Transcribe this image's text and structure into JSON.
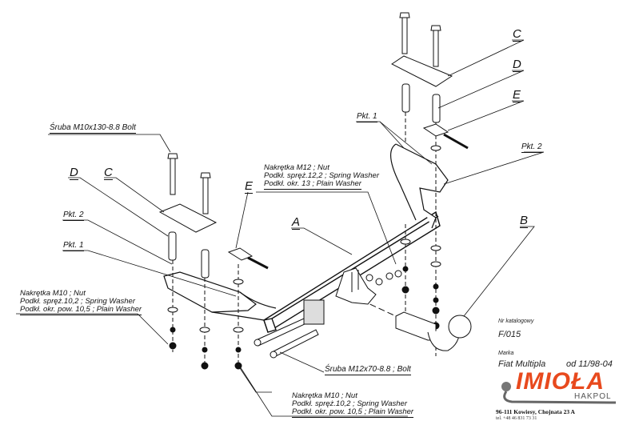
{
  "labels": {
    "bolt_m10": "Śruba M10x130-8.8   Bolt",
    "d_left": "D",
    "c_left": "C",
    "pkt2_left": "Pkt. 2",
    "pkt1_left": "Pkt. 1",
    "e_left": "E",
    "a": "A",
    "c_right": "C",
    "d_right": "D",
    "e_right": "E",
    "pkt1_right": "Pkt. 1",
    "pkt2_right": "Pkt. 2",
    "b": "B",
    "bolt_m12": "Śruba M12x70-8.8 ;  Bolt"
  },
  "hardware_m12": {
    "line1": "Nakrętka  M12 ; Nut",
    "line2": "Podkł. spręż.12,2 ; Spring Washer",
    "line3": "Podkł. okr. 13 ; Plain Washer"
  },
  "hardware_m10_left": {
    "line1": "Nakrętka  M10 ; Nut",
    "line2": "Podkł. spręż.10,2 ; Spring Washer",
    "line3": "Podkł. okr. pow. 10,5 ; Plain Washer"
  },
  "hardware_m10_bottom": {
    "line1": "Nakrętka  M10 ; Nut",
    "line2": "Podkł. spręż.10,2 ; Spring Washer",
    "line3": "Podkł. okr. pow. 10,5 ; Plain Washer"
  },
  "info": {
    "catalog_label": "Nr katalogowy",
    "catalog_number": "F/015",
    "brand_label": "Marka",
    "vehicle": "Fiat  Multipla",
    "years": "od 11/98-04"
  },
  "company": {
    "logo": "IMIOŁA",
    "sub": "HAKPOL",
    "address": "96-111 Kowiesy, Chojnata 23 A",
    "phone": "tel. +48 46 831 73 31",
    "brand_color": "#e8491d",
    "gray_color": "#555555"
  }
}
